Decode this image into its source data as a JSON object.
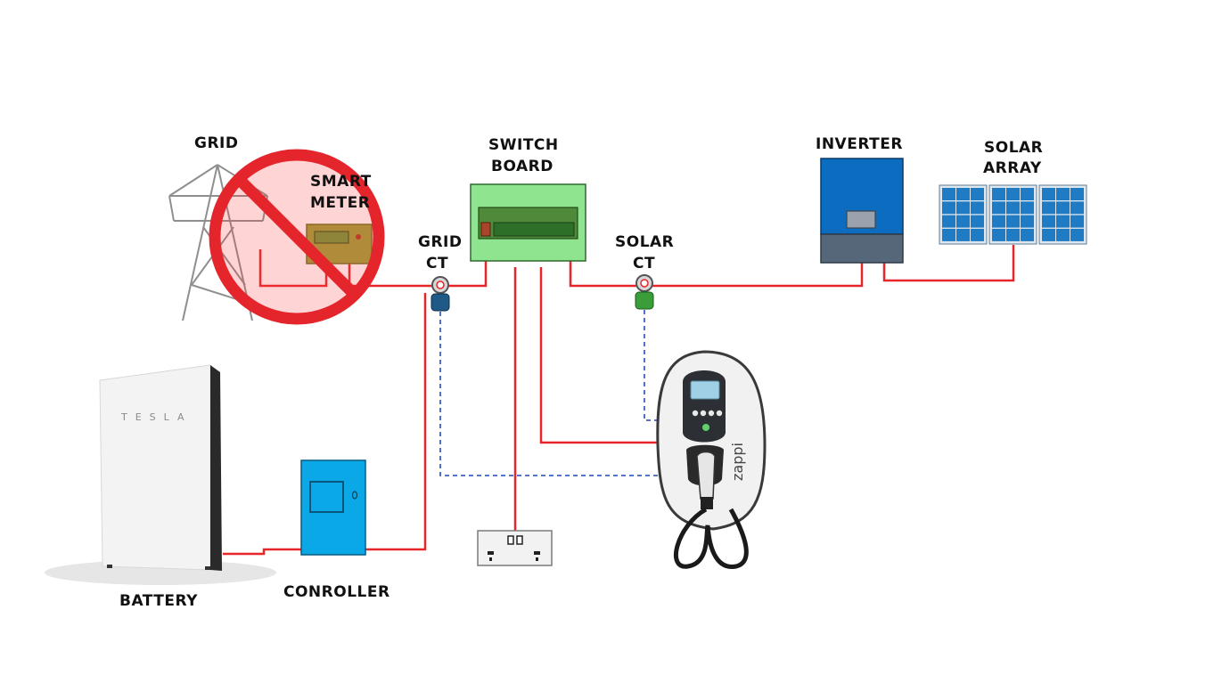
{
  "labels": {
    "grid": "GRID",
    "smart_meter_1": "SMART",
    "smart_meter_2": "METER",
    "switch_board_1": "SWITCH",
    "switch_board_2": "BOARD",
    "grid_ct_1": "GRID",
    "grid_ct_2": "CT",
    "solar_ct_1": "SOLAR",
    "solar_ct_2": "CT",
    "inverter": "INVERTER",
    "solar_array_1": "SOLAR",
    "solar_array_2": "ARRAY",
    "battery": "BATTERY",
    "controller": "CONROLLER"
  },
  "battery_brand": "TESLA",
  "charger_brand": "zappi",
  "colors": {
    "ac_wire": "#e8262a",
    "ct_signal_wire": "#3b63c4",
    "no_grid_symbol": "#e4252b",
    "switch_board": "#8fe58f",
    "inverter_top": "#0b6cc0",
    "inverter_bottom": "#56677a",
    "solar_panel": "#1f7cc4",
    "controller": "#0aa8e6",
    "grid_ct_clip": "#1f5a86",
    "solar_ct_clip": "#3a9d3a"
  }
}
